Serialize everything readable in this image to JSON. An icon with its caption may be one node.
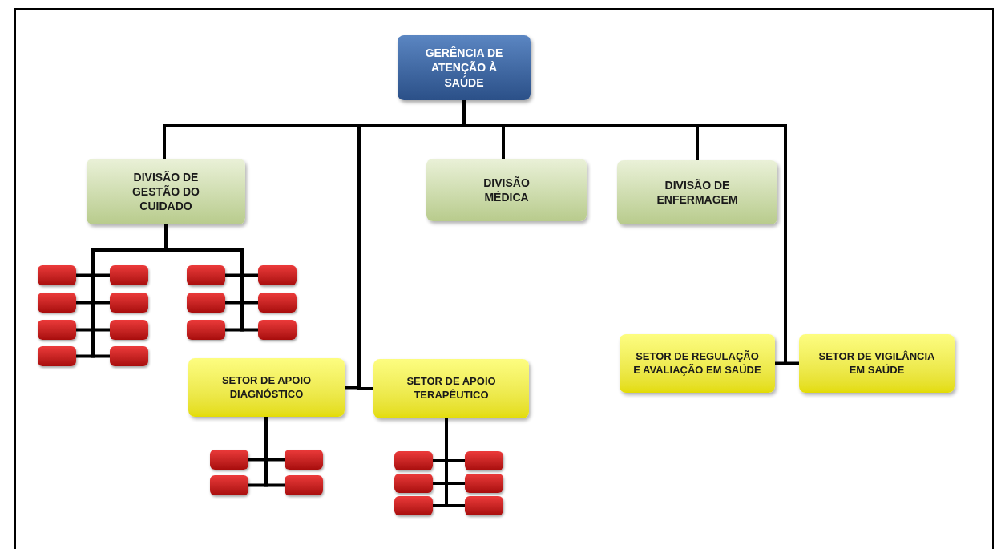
{
  "diagram": {
    "nodes": [
      {
        "text": [
          "GERÊNCIA DE ATENÇÃO À SAÚDE"
        ]
      },
      {
        "text": [
          "DIVISÃO DE GESTÃO DO CUIDADO"
        ]
      },
      {
        "text": [
          "DIVISÃO MÉDICA"
        ]
      },
      {
        "text": [
          "DIVISÃO DE ENFERMAGEM"
        ]
      },
      {
        "text": [
          "SETOR DE APOIO DIAGNÓSTICO"
        ]
      },
      {
        "text": [
          "SETOR DE APOIO TERAPÊUTICO"
        ]
      },
      {
        "text": [
          "SETOR DE REGULAÇÃO E AVALIAÇÃO EM SAÚDE"
        ]
      },
      {
        "text": [
          "SETOR DE VIGILÂNCIA EM SAÚDE"
        ]
      },
      {
        "text": [],
        "shape": "box"
      },
      {
        "text": [],
        "shape": "box"
      },
      {
        "text": [],
        "shape": "box"
      },
      {
        "text": [],
        "shape": "box"
      },
      {
        "text": [],
        "shape": "box"
      },
      {
        "text": [],
        "shape": "box"
      },
      {
        "text": [],
        "shape": "box"
      },
      {
        "text": [],
        "shape": "box"
      },
      {
        "text": [],
        "shape": "box"
      },
      {
        "text": [],
        "shape": "box"
      },
      {
        "text": [],
        "shape": "box"
      },
      {
        "text": [],
        "shape": "box"
      },
      {
        "text": [],
        "shape": "box"
      },
      {
        "text": [],
        "shape": "box"
      },
      {
        "text": [],
        "shape": "box"
      },
      {
        "text": [],
        "shape": "box"
      },
      {
        "text": [],
        "shape": "box"
      },
      {
        "text": [],
        "shape": "box"
      },
      {
        "text": [],
        "shape": "box"
      },
      {
        "text": [],
        "shape": "box"
      },
      {
        "text": [],
        "shape": "box"
      },
      {
        "text": [],
        "shape": "box"
      },
      {
        "text": [],
        "shape": "box"
      },
      {
        "text": [],
        "shape": "box"
      }
    ],
    "edges": [
      {
        "from": 0,
        "to": 1,
        "arrow": "none"
      },
      {
        "from": 0,
        "to": 2,
        "arrow": "none"
      },
      {
        "from": 0,
        "to": 3,
        "arrow": "none"
      },
      {
        "from": 0,
        "to": 4,
        "arrow": "none"
      },
      {
        "from": 0,
        "to": 5,
        "arrow": "none"
      },
      {
        "from": 0,
        "to": 6,
        "arrow": "none"
      },
      {
        "from": 0,
        "to": 7,
        "arrow": "none"
      },
      {
        "from": 1,
        "to": 8,
        "arrow": "none"
      },
      {
        "from": 1,
        "to": 9,
        "arrow": "none"
      },
      {
        "from": 1,
        "to": 10,
        "arrow": "none"
      },
      {
        "from": 1,
        "to": 11,
        "arrow": "none"
      },
      {
        "from": 1,
        "to": 12,
        "arrow": "none"
      },
      {
        "from": 1,
        "to": 13,
        "arrow": "none"
      },
      {
        "from": 1,
        "to": 14,
        "arrow": "none"
      },
      {
        "from": 1,
        "to": 15,
        "arrow": "none"
      },
      {
        "from": 1,
        "to": 16,
        "arrow": "none"
      },
      {
        "from": 1,
        "to": 17,
        "arrow": "none"
      },
      {
        "from": 1,
        "to": 18,
        "arrow": "none"
      },
      {
        "from": 1,
        "to": 19,
        "arrow": "none"
      },
      {
        "from": 1,
        "to": 20,
        "arrow": "none"
      },
      {
        "from": 1,
        "to": 21,
        "arrow": "none"
      },
      {
        "from": 4,
        "to": 22,
        "arrow": "none"
      },
      {
        "from": 4,
        "to": 23,
        "arrow": "none"
      },
      {
        "from": 4,
        "to": 24,
        "arrow": "none"
      },
      {
        "from": 4,
        "to": 25,
        "arrow": "none"
      },
      {
        "from": 5,
        "to": 26,
        "arrow": "none"
      },
      {
        "from": 5,
        "to": 27,
        "arrow": "none"
      },
      {
        "from": 5,
        "to": 28,
        "arrow": "none"
      },
      {
        "from": 5,
        "to": 29,
        "arrow": "none"
      },
      {
        "from": 5,
        "to": 30,
        "arrow": "none"
      },
      {
        "from": 5,
        "to": 31,
        "arrow": "none"
      }
    ]
  }
}
